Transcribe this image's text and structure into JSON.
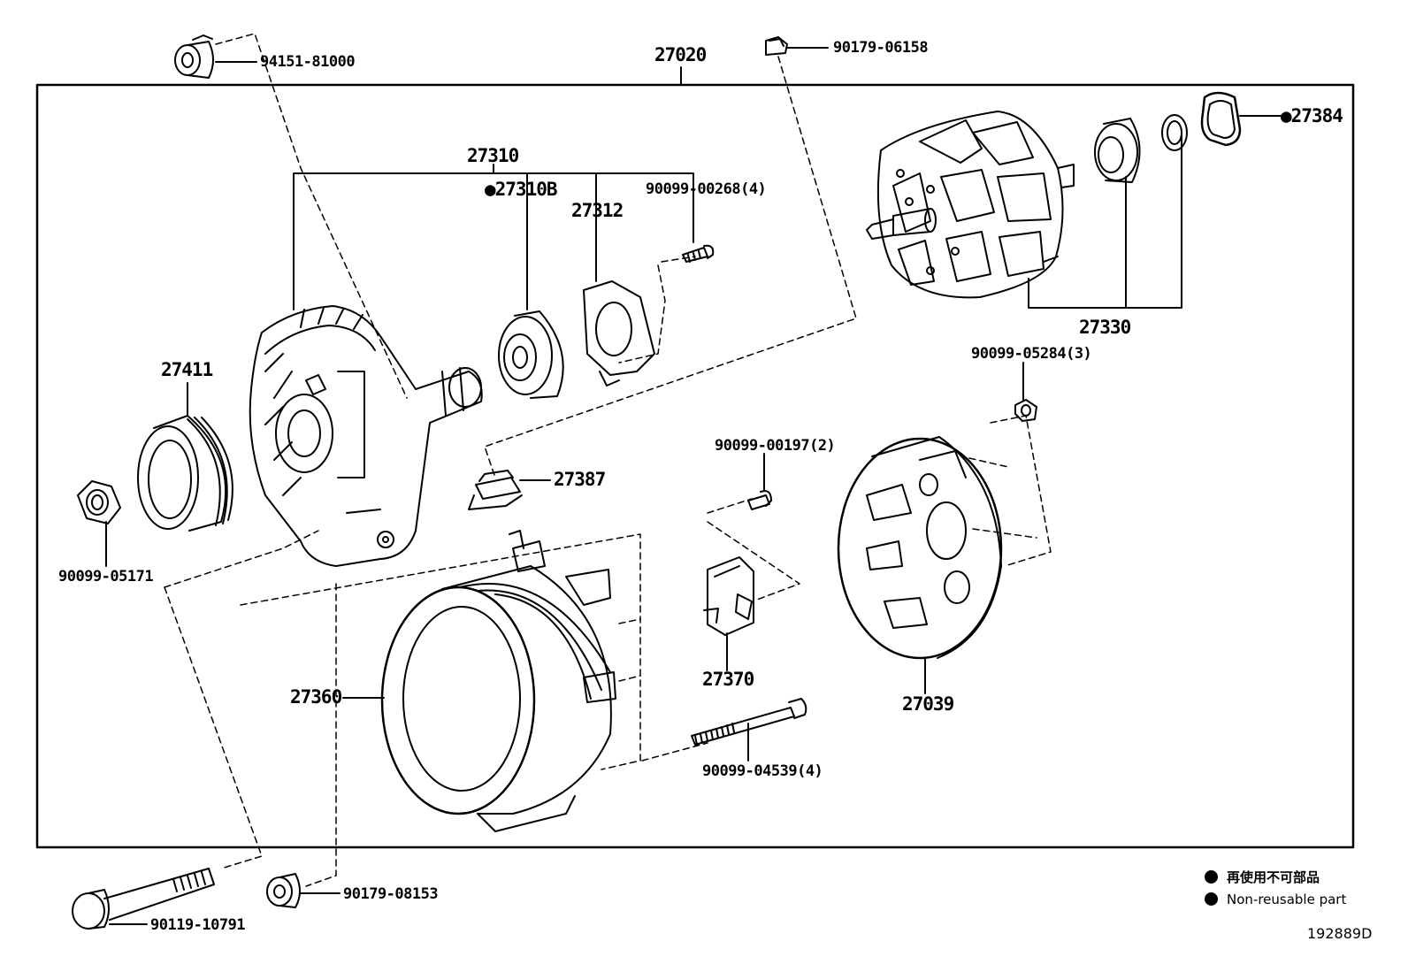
{
  "parts": {
    "p94151": "94151-81000",
    "p27020": "27020",
    "p90179_06158": "90179-06158",
    "p27384": "●27384",
    "p27310": "27310",
    "p27310B": "●27310B",
    "p27312": "27312",
    "p90099_00268": "90099-00268(4)",
    "p27330": "27330",
    "p27411": "27411",
    "p90099_05284": "90099-05284(3)",
    "p90099_00197": "90099-00197(2)",
    "p27387": "27387",
    "p90099_05171": "90099-05171",
    "p27360": "27360",
    "p27370": "27370",
    "p27039": "27039",
    "p90099_04539": "90099-04539(4)",
    "p90179_08153": "90179-08153",
    "p90119_10791": "90119-10791"
  },
  "legend": {
    "japanese": "再使用不可部品",
    "english": "Non-reusable part"
  },
  "figure_number": "192889D"
}
